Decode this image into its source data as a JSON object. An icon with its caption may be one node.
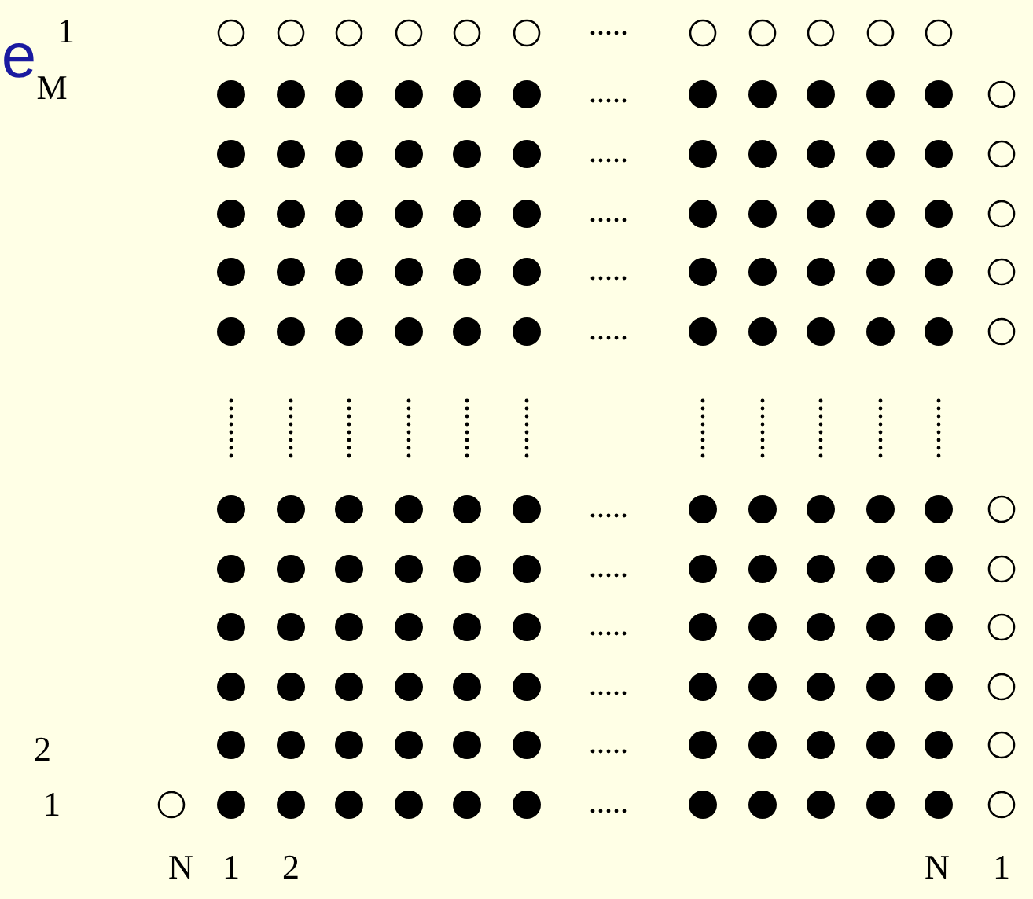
{
  "diagram": {
    "labels": [
      "1",
      "e",
      "M",
      "2",
      "1",
      "N",
      "1",
      "2",
      "N",
      "1"
    ]
  }
}
